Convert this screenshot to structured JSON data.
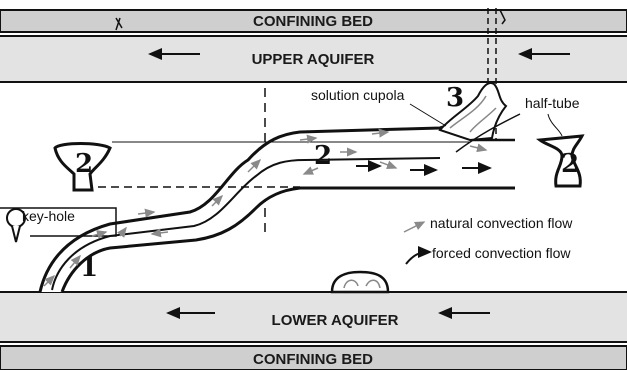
{
  "layers": {
    "confining_top": "CONFINING BED",
    "upper_aquifer": "UPPER AQUIFER",
    "lower_aquifer": "LOWER AQUIFER",
    "confining_bottom": "CONFINING BED"
  },
  "callouts": {
    "solution_cupola": "solution cupola",
    "half_tube": "half-tube",
    "key_hole": "key-hole",
    "natural_flow": "natural convection flow",
    "forced_flow": "forced convection flow"
  },
  "numbers": {
    "n1": "1",
    "n2_left": "2",
    "n2_center": "2",
    "n2_right": "2",
    "n3": "3"
  },
  "colors": {
    "band": "#d9d9d9",
    "line": "#111111",
    "natural_arrow": "#8a8a8a",
    "forced_arrow": "#111111"
  }
}
